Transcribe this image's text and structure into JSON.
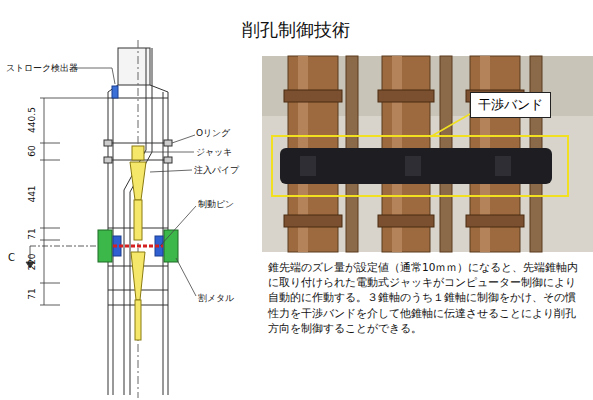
{
  "diagram": {
    "title": "削孔制御技術",
    "nodes": [
      {
        "text": [
          "干渉バンド"
        ]
      }
    ],
    "labels": [
      "ストローク検出器",
      "440.5",
      "Oリング",
      "60",
      "ジャッキ",
      "注入パイプ",
      "441",
      "制動ピン",
      "C",
      "71",
      "220",
      "71",
      "割メタル",
      "錐先端のズレ量が設定値（通常10ｍｍ）になると、先端錐軸内に取り付けられた電動式ジャッキがコンピューター制御により自動的に作動する。３錐軸のうち１錐軸に制御をかけ、その慣性力を干渉バンドを介して他錐軸に伝達させることにより削孔方向を制御することができる。"
    ]
  }
}
